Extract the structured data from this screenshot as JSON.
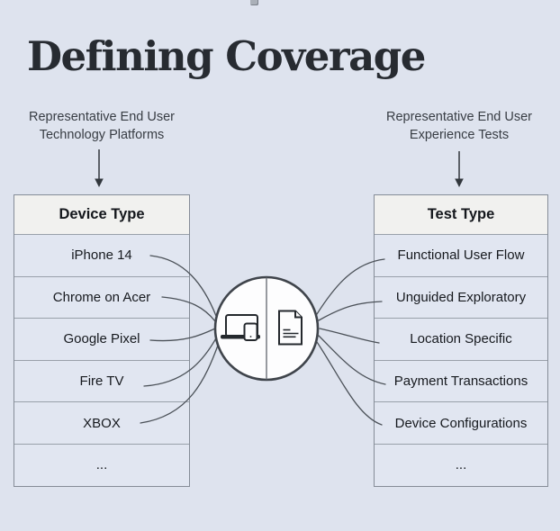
{
  "title": "Defining Coverage",
  "left_annotation": {
    "line1": "Representative End User",
    "line2": "Technology Platforms"
  },
  "right_annotation": {
    "line1": "Representative End User",
    "line2": "Experience Tests"
  },
  "left_table": {
    "header": "Device Type",
    "rows": [
      "iPhone 14",
      "Chrome on Acer",
      "Google Pixel",
      "Fire TV",
      "XBOX",
      "..."
    ]
  },
  "right_table": {
    "header": "Test Type",
    "rows": [
      "Functional User Flow",
      "Unguided Exploratory",
      "Location Specific",
      "Payment Transactions",
      "Device Configurations",
      "..."
    ]
  },
  "center": {
    "icons": [
      "devices-icon",
      "document-icon"
    ]
  },
  "colors": {
    "background": "#dee3ee",
    "table_fill": "#e1e6f1",
    "header_fill": "#f1f1ef",
    "border": "#858c97",
    "line_stroke": "#4b5158",
    "title_text": "#272b31",
    "circle_fill": "#fdfdfe"
  }
}
